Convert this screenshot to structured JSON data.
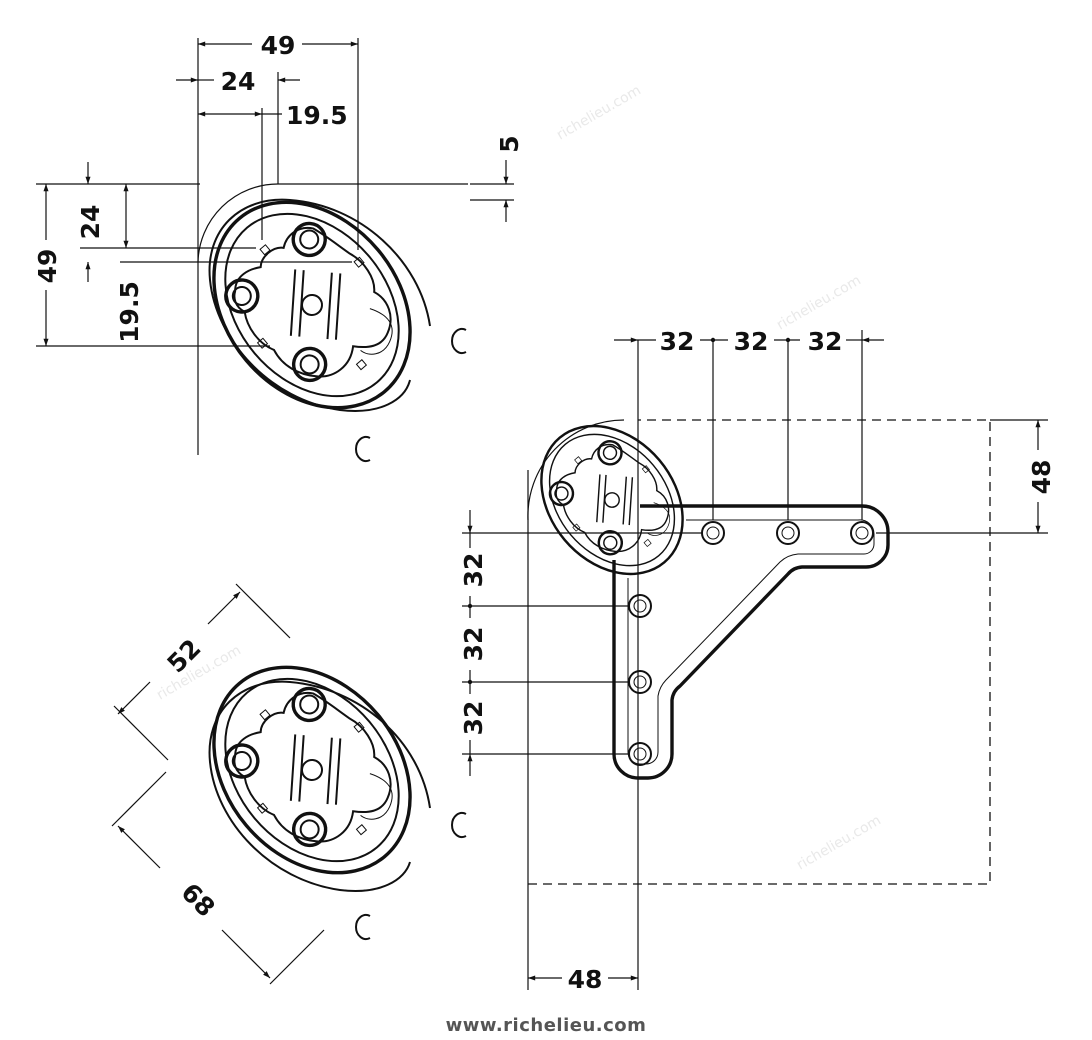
{
  "dimensions": {
    "top_width_49": "49",
    "top_width_24": "24",
    "top_width_19_5": "19.5",
    "top_gap_5": "5",
    "top_height_49": "49",
    "top_height_24": "24",
    "top_height_19_5": "19.5",
    "spacing_h_1": "32",
    "spacing_h_2": "32",
    "spacing_h_3": "32",
    "right_height_48": "48",
    "spacing_v_1": "32",
    "spacing_v_2": "32",
    "spacing_v_3": "32",
    "bottom_width_48": "48",
    "oval_minor_52": "52",
    "oval_major_68": "68"
  },
  "footer": {
    "url": "www.richelieu.com"
  },
  "watermark": {
    "text": "richelieu.com"
  }
}
